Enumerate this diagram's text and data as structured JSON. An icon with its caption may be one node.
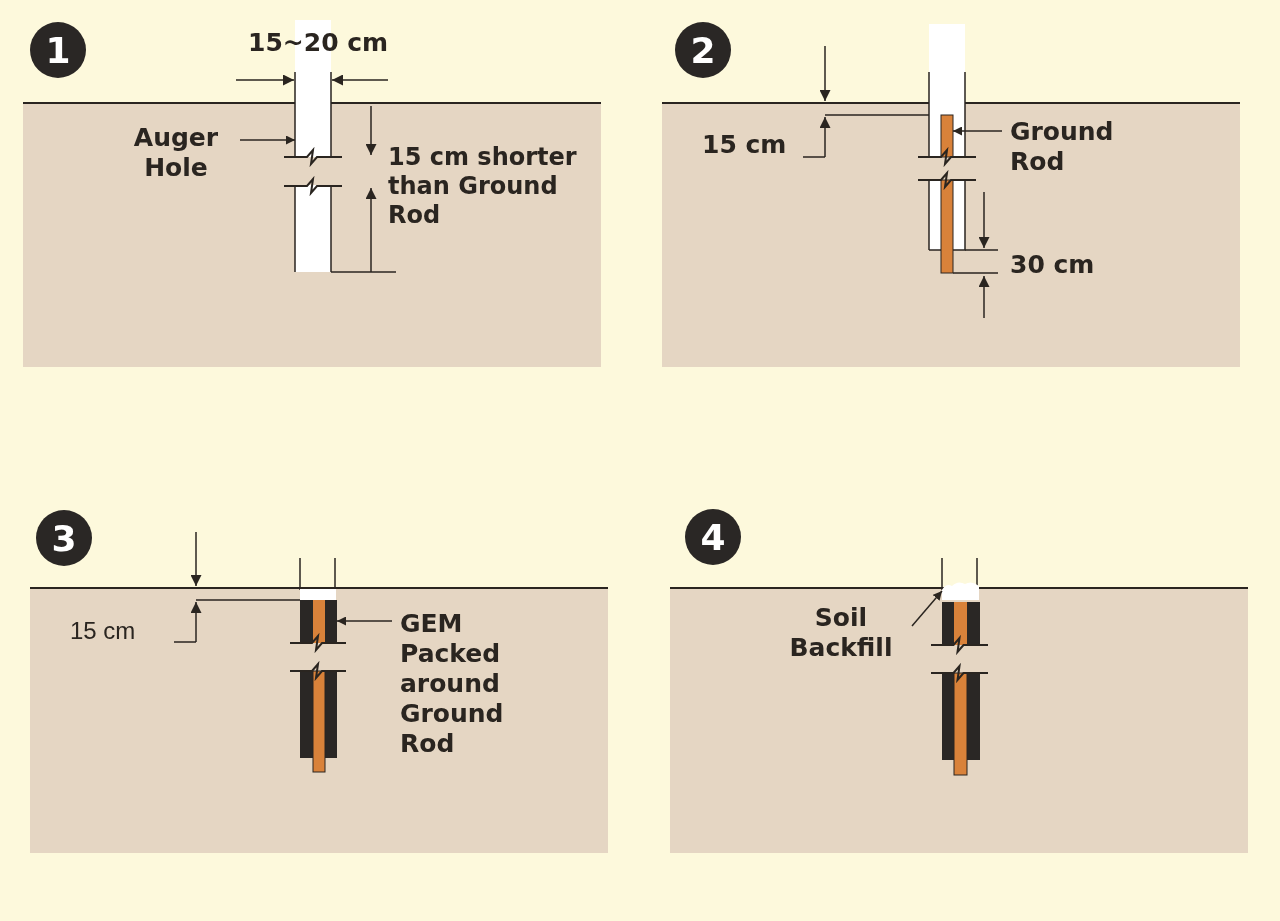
{
  "diagram": {
    "nodes": [
      {
        "text": [
          "Auger Hole"
        ]
      },
      {
        "text": [],
        "shape": "bar"
      },
      {
        "text": [
          "Ground Rod"
        ]
      },
      {
        "text": [],
        "shape": "bar"
      },
      {
        "text": [
          "GEM Packed around Ground Rod"
        ]
      },
      {
        "text": [],
        "shape": "bar"
      },
      {
        "text": [
          "Soil Backfill"
        ]
      },
      {
        "text": [],
        "shape": "cloud"
      }
    ],
    "edges": [
      {
        "from": 0,
        "to": 1,
        "arrow": "to"
      },
      {
        "from": 2,
        "to": 3,
        "arrow": "to"
      },
      {
        "from": 4,
        "to": 5,
        "arrow": "to"
      },
      {
        "from": 6,
        "to": 7,
        "arrow": "to"
      }
    ],
    "labels": [
      "1",
      "15~20 cm",
      "15 cm shorter than Ground Rod",
      "2",
      "15 cm",
      "30 cm",
      "3",
      "15 cm",
      "4"
    ]
  }
}
